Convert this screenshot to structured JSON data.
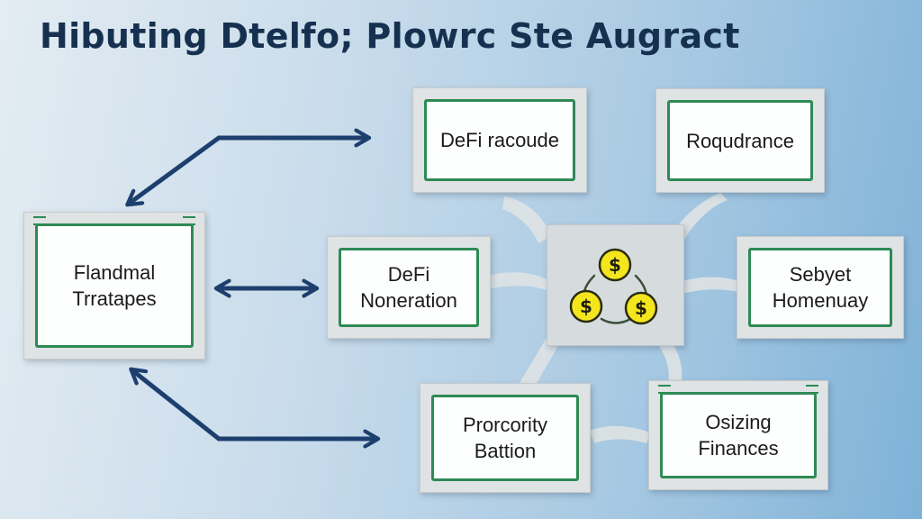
{
  "title": "Hibuting Dtelfo; Plowrc Ste Augract",
  "nodes": {
    "flandmal": "Flandmal\nTrratapes",
    "defi_racoude": "DeFi racoude",
    "roqudrance": "Roqudrance",
    "defi_noneration": "DeFi\nNoneration",
    "sebyet": "Sebyet\nHomenuay",
    "prorcority": "Prorcority\nBattion",
    "osizing": "Osizing\nFinances"
  },
  "hub": {
    "icon": "dollar-coins-icon",
    "glyph": "$"
  },
  "colors": {
    "arrow": "#1d3f6e",
    "card_border": "#2e8a55",
    "coin": "#f4e61d",
    "title": "#16314f"
  }
}
